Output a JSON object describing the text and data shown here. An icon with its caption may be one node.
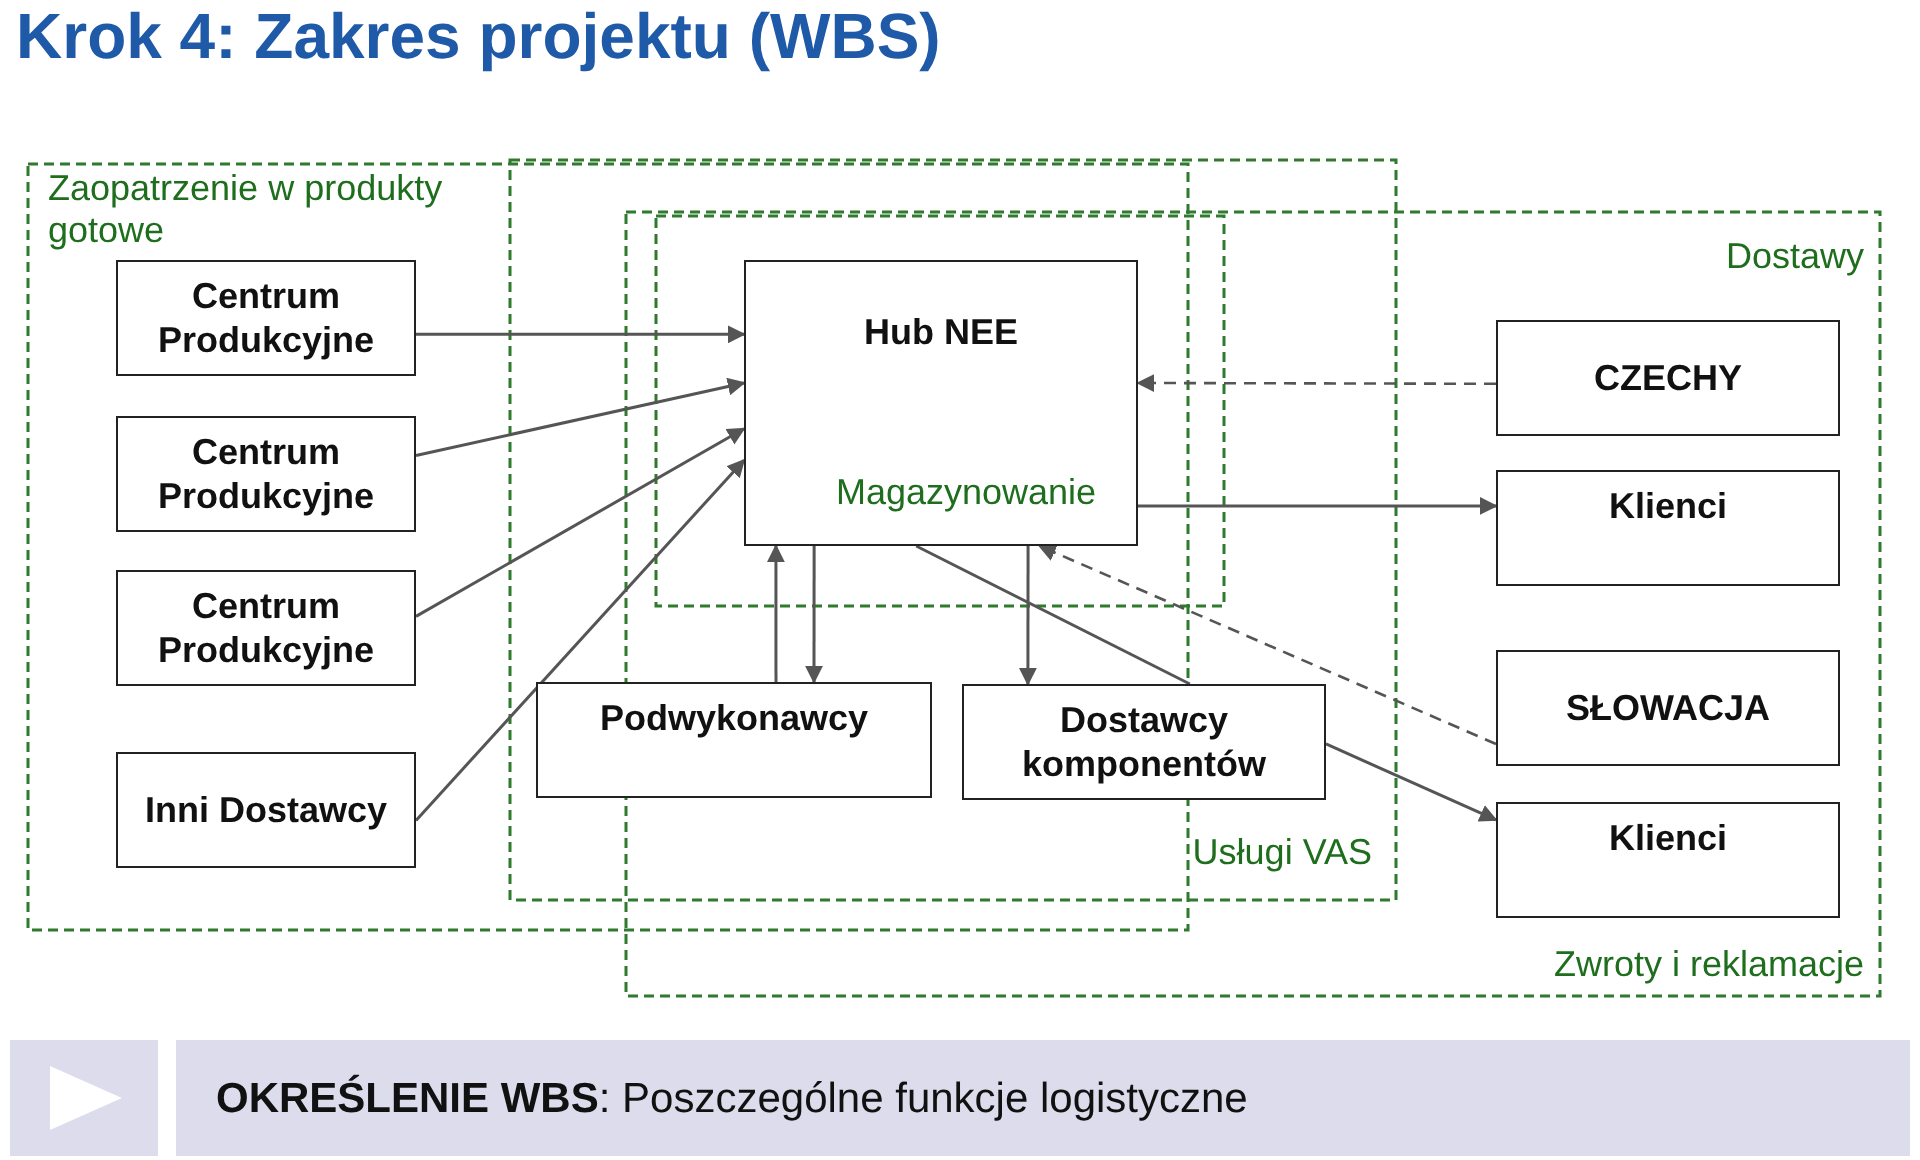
{
  "diagram": {
    "title": "Krok 4: Zakres projektu (WBS)",
    "nodes": [
      {
        "text": [
          "Centrum Produkcyjne"
        ]
      },
      {
        "text": [
          "Centrum Produkcyjne"
        ]
      },
      {
        "text": [
          "Centrum Produkcyjne"
        ]
      },
      {
        "text": [
          "Inni Dostawcy"
        ]
      },
      {
        "text": [
          "Hub NEE"
        ]
      },
      {
        "text": [
          "Podwykonawcy"
        ]
      },
      {
        "text": [
          "Dostawcy komponentów"
        ]
      },
      {
        "text": [
          "CZECHY"
        ]
      },
      {
        "text": [
          "Klienci"
        ]
      },
      {
        "text": [
          "SŁOWACJA"
        ]
      },
      {
        "text": [
          "Klienci"
        ]
      }
    ],
    "edges": [
      {
        "from": 0,
        "to": 4,
        "arrow": "to"
      },
      {
        "from": 1,
        "to": 4,
        "arrow": "to"
      },
      {
        "from": 2,
        "to": 4,
        "arrow": "to"
      },
      {
        "from": 3,
        "to": 4,
        "arrow": "to"
      },
      {
        "from": 5,
        "to": 4,
        "arrow": "to"
      },
      {
        "from": 4,
        "to": 5,
        "arrow": "to"
      },
      {
        "from": 4,
        "to": 6,
        "arrow": "to"
      },
      {
        "from": 4,
        "to": 8,
        "arrow": "to"
      },
      {
        "from": 7,
        "to": 4,
        "arrow": "to",
        "style": "dashed"
      },
      {
        "from": 9,
        "to": 4,
        "arrow": "to",
        "style": "dashed"
      },
      {
        "from": 4,
        "to": 6,
        "arrow": "none"
      },
      {
        "from": 6,
        "to": 10,
        "arrow": "to"
      }
    ],
    "labels": [
      "Zaopatrzenie w produkty gotowe",
      "Dostawy",
      "Magazynowanie",
      "Usługi VAS",
      "Zwroty i reklamacje",
      "**OKREŚLENIE WBS**: Poszczególne funkcje logistyczne"
    ]
  }
}
